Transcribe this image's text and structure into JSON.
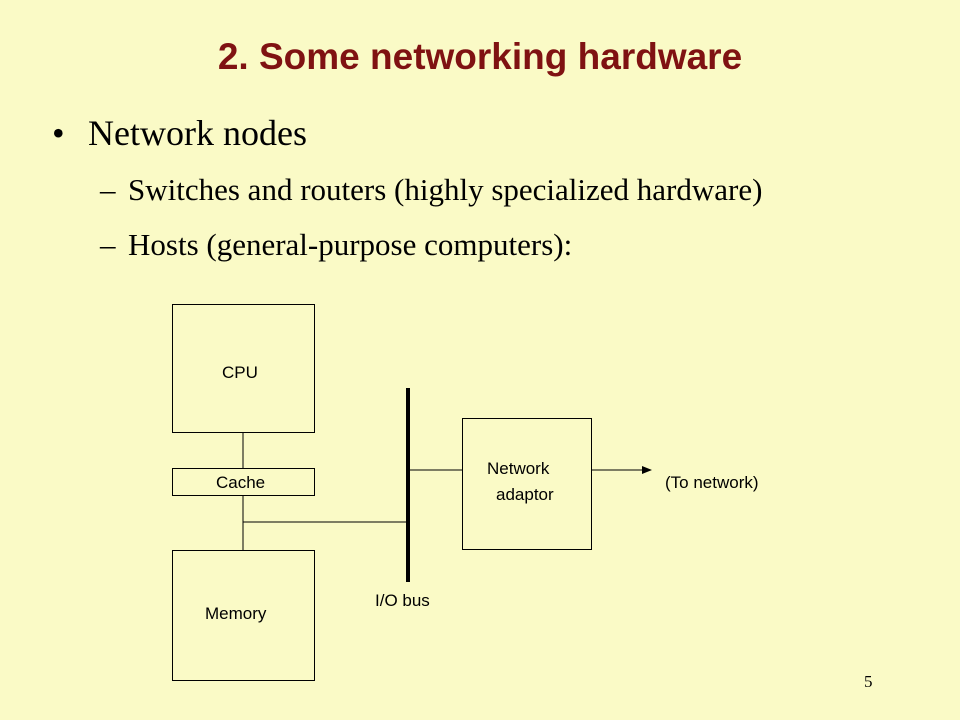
{
  "slide": {
    "title": "2. Some networking hardware",
    "bullet": "•",
    "dash": "–",
    "level1": "Network nodes",
    "level2": [
      "Switches and routers (highly specialized hardware)",
      "Hosts (general-purpose computers):"
    ],
    "page_number": "5"
  },
  "diagram": {
    "cpu": "CPU",
    "cache": "Cache",
    "memory": "Memory",
    "network_adaptor_line1": "Network",
    "network_adaptor_line2": "adaptor",
    "io_bus": "I/O bus",
    "to_network": "(To network)"
  }
}
